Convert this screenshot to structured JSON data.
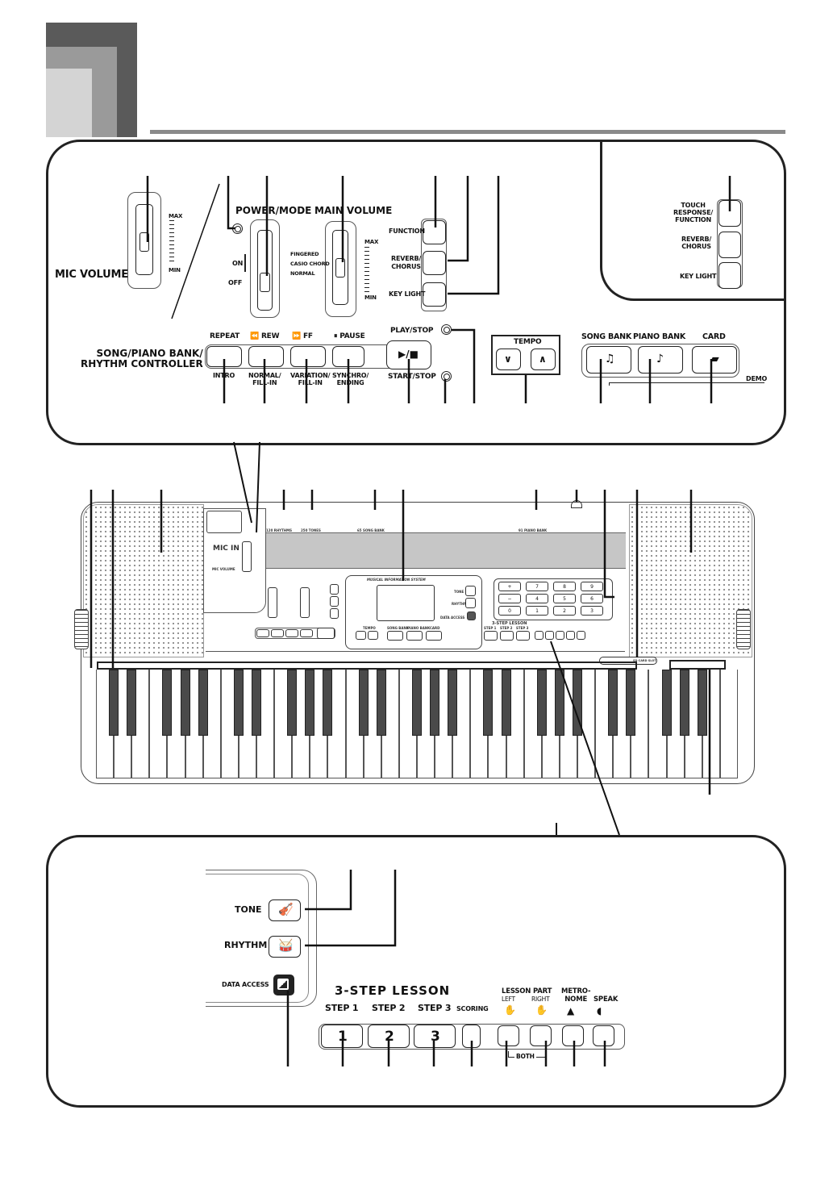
{
  "top_panel": {
    "mic_volume": {
      "label": "MIC VOLUME",
      "max": "MAX",
      "min": "MIN"
    },
    "power_mode": {
      "label": "POWER/MODE",
      "on": "ON",
      "off": "OFF",
      "modes": [
        "FINGERED",
        "CASIO CHORD",
        "NORMAL"
      ]
    },
    "main_volume": {
      "label": "MAIN VOLUME",
      "max": "MAX",
      "min": "MIN"
    },
    "function_buttons": [
      "FUNCTION",
      "REVERB/\nCHORUS",
      "KEY LIGHT"
    ],
    "inset_buttons": [
      "TOUCH\nRESPONSE/\nFUNCTION",
      "REVERB/\nCHORUS",
      "KEY LIGHT"
    ],
    "controller_label": "SONG/PIANO BANK/\nRHYTHM CONTROLLER",
    "controller_buttons": [
      {
        "top": "REPEAT",
        "bottom": "INTRO"
      },
      {
        "top": "⏪ REW",
        "bottom": "NORMAL/\nFILL-IN"
      },
      {
        "top": "⏩ FF",
        "bottom": "VARIATION/\nFILL-IN"
      },
      {
        "top": "⏸ PAUSE",
        "bottom": "SYNCHRO/\nENDING"
      }
    ],
    "play_stop": {
      "top": "PLAY/STOP",
      "symbol": "▶/■",
      "bottom": "START/STOP"
    },
    "tempo": {
      "label": "TEMPO",
      "down": "∨",
      "up": "∧"
    },
    "bank_buttons": [
      {
        "label": "SONG BANK",
        "icon": "song-bank-icon",
        "glyph": "♫"
      },
      {
        "label": "PIANO BANK",
        "icon": "piano-bank-icon",
        "glyph": "♪"
      },
      {
        "label": "CARD",
        "icon": "sd-card-icon",
        "glyph": "▰"
      }
    ],
    "demo": "DEMO"
  },
  "keyboard": {
    "mic_in": "MIC IN",
    "mic_volume": "MIC VOLUME",
    "top_labels": [
      "120 RHYTHMS",
      "250 TONES",
      "65 SONG BANK",
      "91 PIANO BANK"
    ],
    "display_title": "MUSICAL INFORMATION SYSTEM",
    "tone": "TONE",
    "rhythm": "RHYTHM",
    "data_access": "DATA ACCESS",
    "lesson": "3-STEP LESSON",
    "steps": [
      "STEP 1",
      "STEP 2",
      "STEP 3"
    ],
    "keypad": [
      "+",
      "7",
      "8",
      "9",
      "−",
      "4",
      "5",
      "6",
      "0",
      "1",
      "2",
      "3"
    ],
    "card_slot": "SD CARD SLOT",
    "tempo": "TEMPO",
    "song_bank": "SONG BANK",
    "piano_bank": "PIANO BANK",
    "card": "CARD"
  },
  "bottom_panel": {
    "tone": "TONE",
    "rhythm": "RHYTHM",
    "data_access": "DATA ACCESS",
    "lesson_title": "3-STEP LESSON",
    "steps": [
      {
        "label": "STEP 1",
        "key": "1"
      },
      {
        "label": "STEP 2",
        "key": "2"
      },
      {
        "label": "STEP 3",
        "key": "3"
      }
    ],
    "scoring": "SCORING",
    "lesson_part": "LESSON PART",
    "left": "LEFT",
    "right": "RIGHT",
    "metronome": "METRO-\nNOME",
    "speak": "SPEAK",
    "both": "BOTH"
  }
}
